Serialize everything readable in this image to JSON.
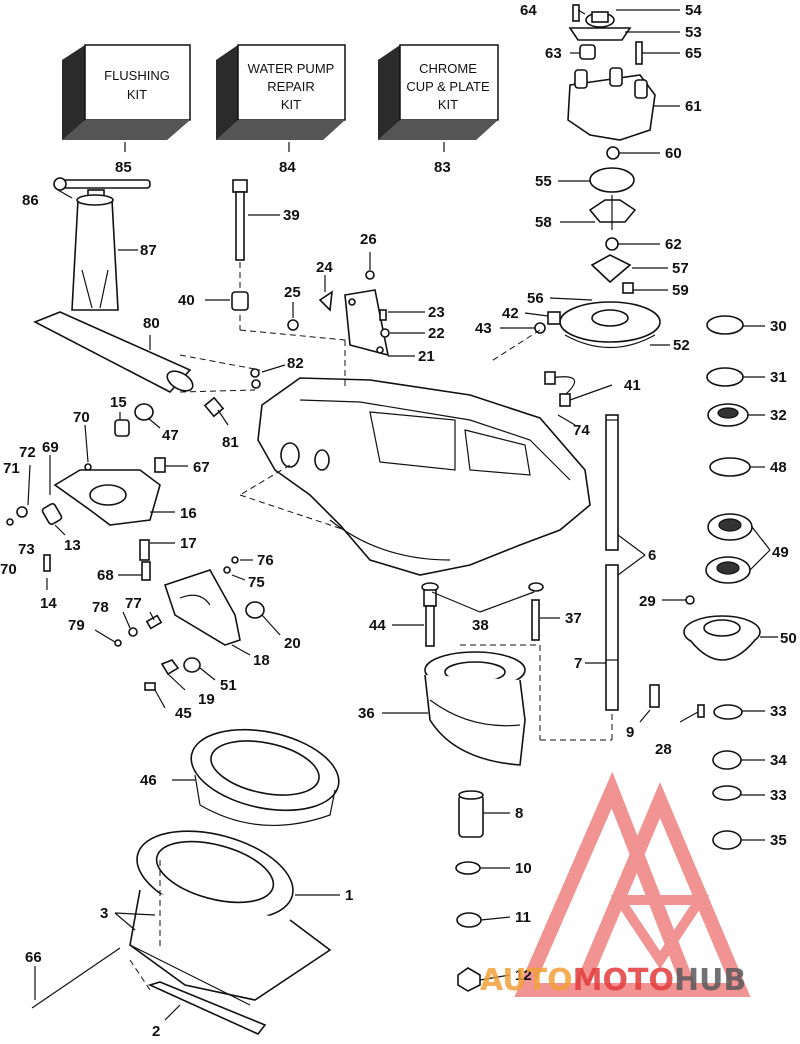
{
  "kits": [
    {
      "number": "85",
      "lines": [
        "FLUSHING",
        "KIT"
      ]
    },
    {
      "number": "84",
      "lines": [
        "WATER PUMP",
        "REPAIR",
        "KIT"
      ]
    },
    {
      "number": "83",
      "lines": [
        "CHROME",
        "CUP & PLATE",
        "KIT"
      ]
    }
  ],
  "callouts": [
    "64",
    "54",
    "53",
    "63",
    "65",
    "61",
    "60",
    "55",
    "58",
    "62",
    "57",
    "59",
    "56",
    "42",
    "43",
    "52",
    "86",
    "87",
    "39",
    "26",
    "24",
    "25",
    "23",
    "22",
    "21",
    "40",
    "80",
    "82",
    "81",
    "15",
    "47",
    "70",
    "72",
    "69",
    "71",
    "67",
    "16",
    "17",
    "13",
    "73",
    "70",
    "68",
    "14",
    "76",
    "75",
    "20",
    "18",
    "78",
    "77",
    "79",
    "51",
    "19",
    "45",
    "41",
    "74",
    "30",
    "31",
    "32",
    "48",
    "49",
    "6",
    "29",
    "50",
    "44",
    "38",
    "37",
    "7",
    "9",
    "28",
    "33",
    "34",
    "33",
    "35",
    "36",
    "46",
    "8",
    "10",
    "11",
    "12",
    "1",
    "3",
    "66",
    "2"
  ],
  "watermark": {
    "prefix": "AUTO",
    "middle": "MOTO",
    "suffix": "HUB",
    "colors": {
      "prefix": "#f2a13a",
      "middle": "#e23b3b",
      "suffix": "#5a5a5a",
      "logo": "#e83c3c"
    }
  }
}
